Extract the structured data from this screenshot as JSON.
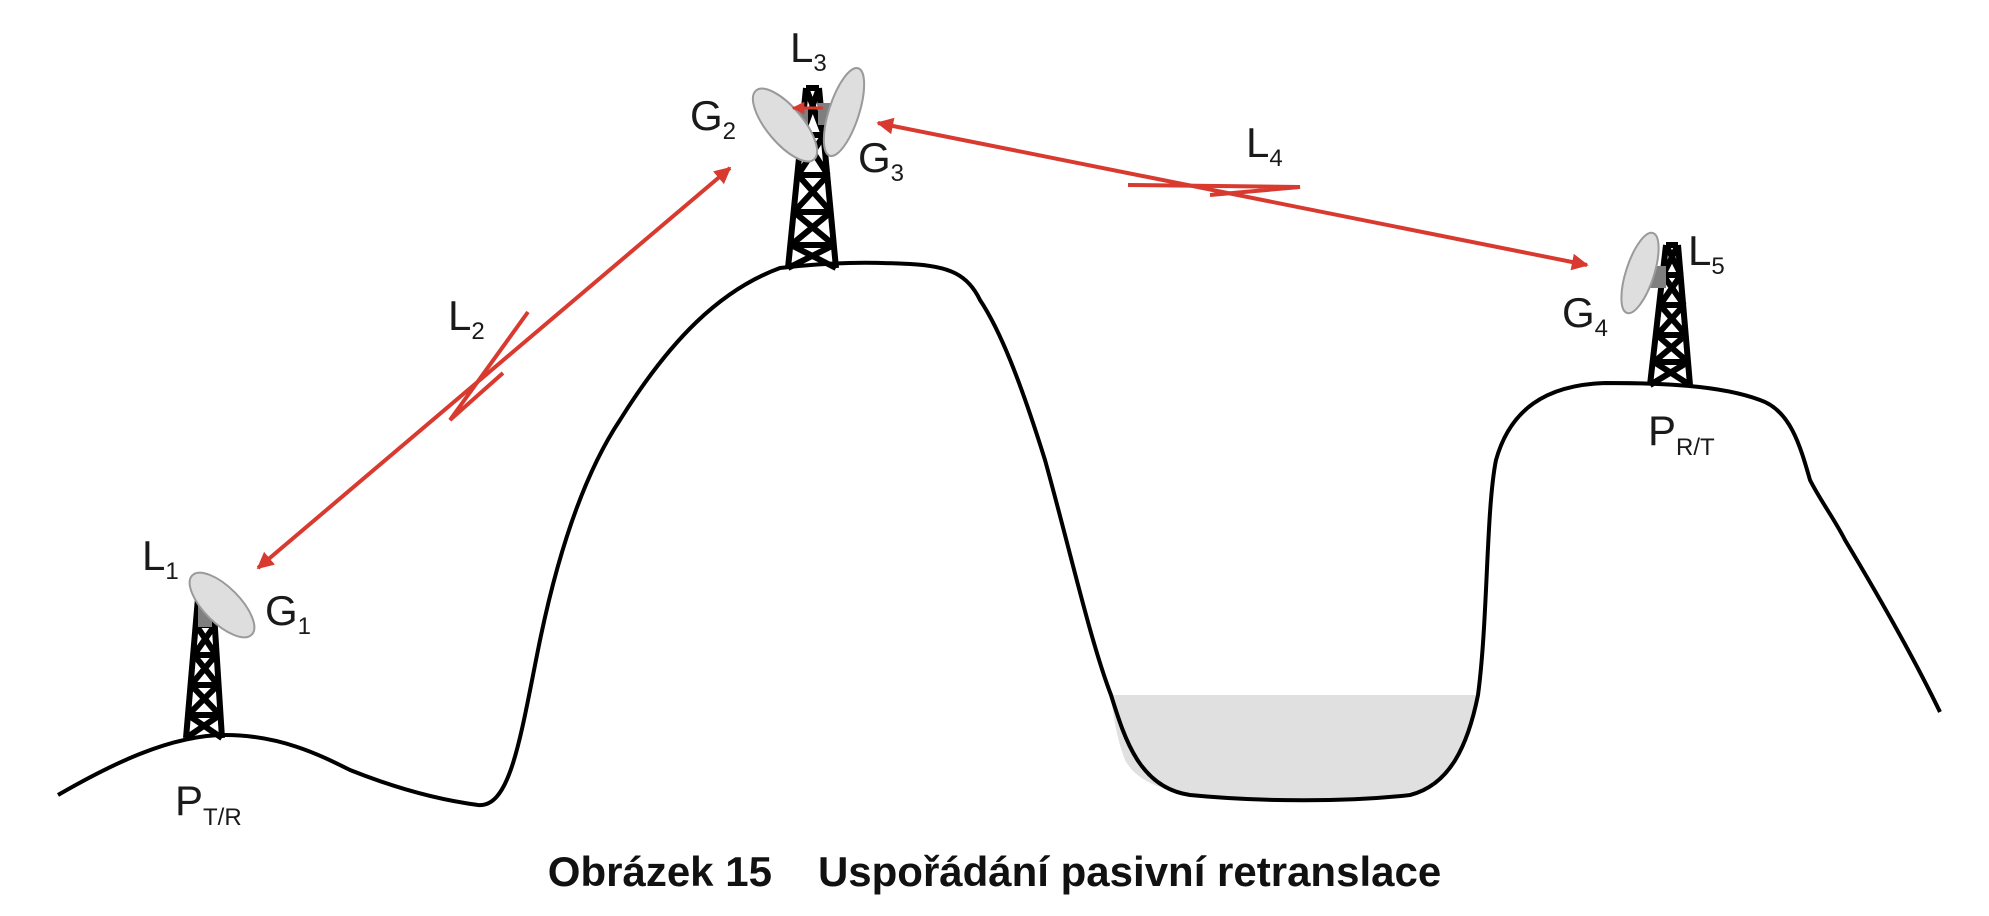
{
  "labels": {
    "L1": {
      "base": "L",
      "sub": "1"
    },
    "L2": {
      "base": "L",
      "sub": "2"
    },
    "L3": {
      "base": "L",
      "sub": "3"
    },
    "L4": {
      "base": "L",
      "sub": "4"
    },
    "L5": {
      "base": "L",
      "sub": "5"
    },
    "G1": {
      "base": "G",
      "sub": "1"
    },
    "G2": {
      "base": "G",
      "sub": "2"
    },
    "G3": {
      "base": "G",
      "sub": "3"
    },
    "G4": {
      "base": "G",
      "sub": "4"
    },
    "P_TR": {
      "base": "P",
      "sub": "T/R"
    },
    "P_RT": {
      "base": "P",
      "sub": "R/T"
    }
  },
  "caption": {
    "number": "Obrázek 15",
    "text": "Uspořádání pasivní retranslace"
  },
  "colors": {
    "link": "#d93a30",
    "terrain": "#000000",
    "water": "#e0e0e0",
    "dish": "#d9d9d9"
  }
}
